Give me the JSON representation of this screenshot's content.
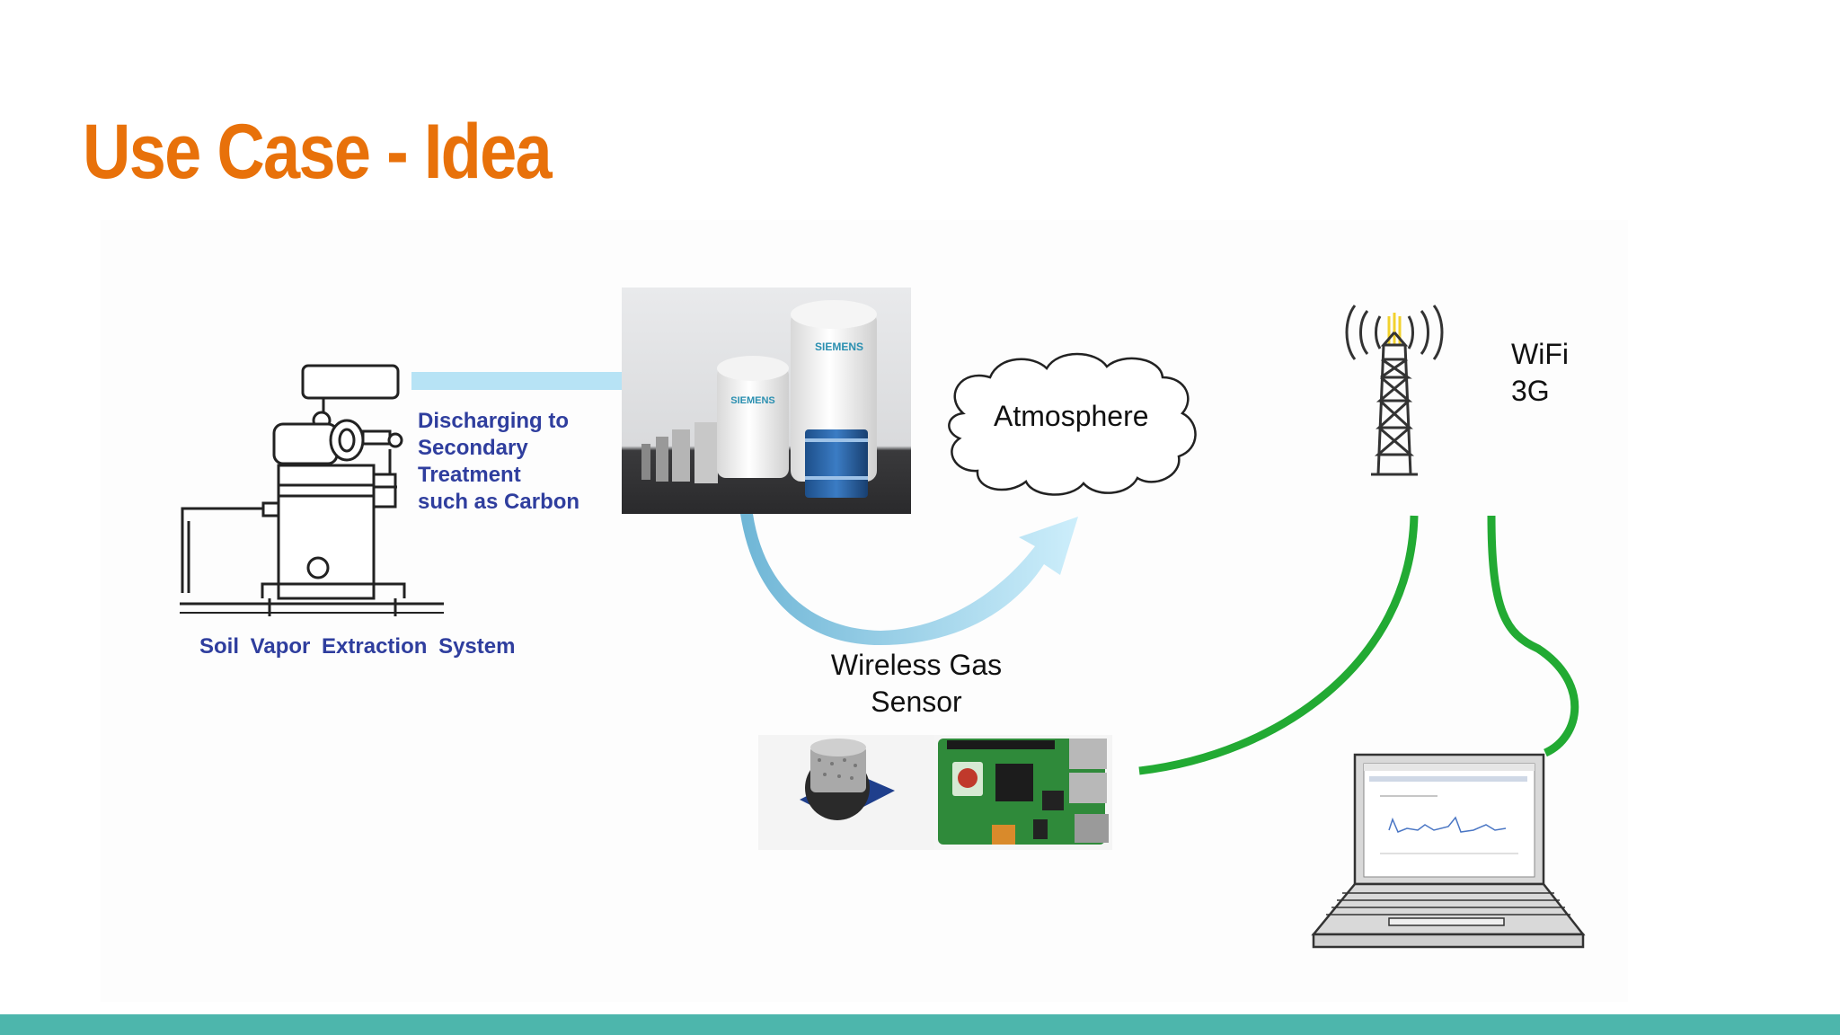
{
  "slide": {
    "title": "Use Case - Idea"
  },
  "diagram": {
    "sve_caption": "Soil Vapor Extraction System",
    "discharge_lines": [
      "Discharging to",
      "Secondary",
      "Treatment",
      "such as Carbon"
    ],
    "tank_brand_large": "SIEMENS",
    "tank_brand_small": "SIEMENS",
    "atmosphere_label": "Atmosphere",
    "network_lines": [
      "WiFi",
      "3G"
    ],
    "sensor_lines": [
      "Wireless Gas",
      "Sensor"
    ]
  },
  "colors": {
    "title": "#e8710a",
    "footer_bar": "#4db6ac",
    "link_line": "#22aa33",
    "arrow": "#b7e3f5",
    "caption_blue": "#2f3e9e"
  }
}
